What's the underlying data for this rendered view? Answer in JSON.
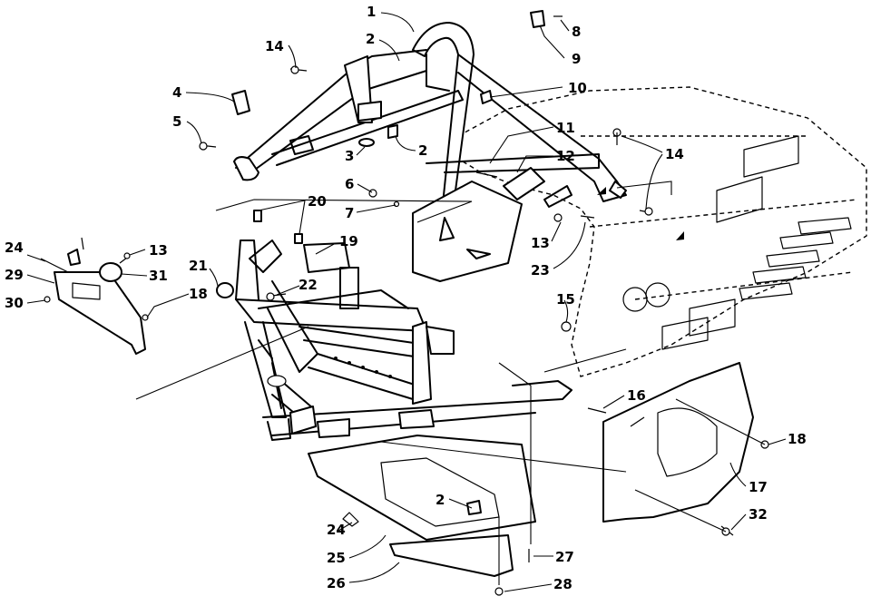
{
  "callouts": [
    "1",
    "2",
    "14",
    "8",
    "9",
    "4",
    "10",
    "5",
    "11",
    "3",
    "2",
    "12",
    "14",
    "6",
    "20",
    "7",
    "24",
    "13",
    "19",
    "29",
    "31",
    "21",
    "18",
    "22",
    "30",
    "13",
    "23",
    "15",
    "16",
    "18",
    "17",
    "2",
    "32",
    "24",
    "25",
    "27",
    "26",
    "28"
  ],
  "colors": {
    "line": "#000000",
    "background": "#ffffff"
  }
}
